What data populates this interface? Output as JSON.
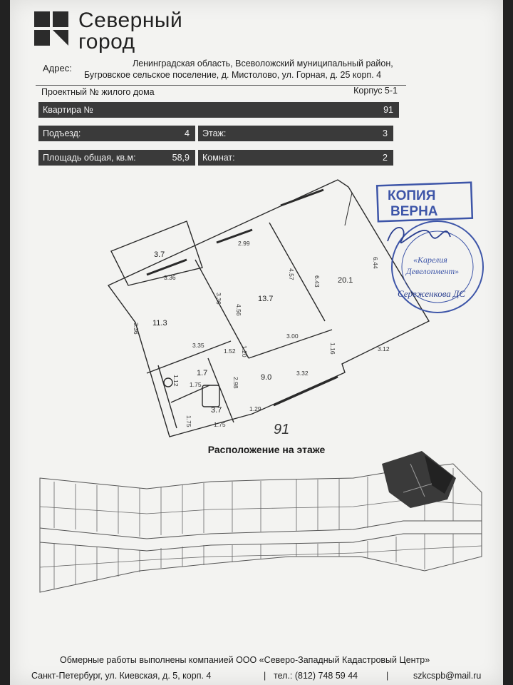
{
  "company": {
    "line1": "Северный",
    "line2": "город"
  },
  "address": {
    "label": "Адрес:",
    "line1": "Ленинградская область, Всеволожский муниципальный район,",
    "line2": "Бугровское сельское поселение, д. Мистолово, ул. Горная, д. 25 корп. 4"
  },
  "project": {
    "label": "Проектный № жилого дома",
    "building": "Корпус  5-1"
  },
  "apartment": {
    "number_label": "Квартира №",
    "number": "91",
    "entrance_label": "Подъезд:",
    "entrance": "4",
    "floor_label": "Этаж:",
    "floor": "3",
    "area_label": "Площадь общая, кв.м:",
    "area": "58,9",
    "rooms_label": "Комнат:",
    "rooms": "2"
  },
  "plan": {
    "apartment_label": "91",
    "rooms": {
      "balcony": "3.7",
      "kitchen": "11.3",
      "room1": "13.7",
      "room2": "20.1",
      "hall": "9.0",
      "wc": "1.7",
      "bath": "3.7"
    },
    "dims": {
      "d_299": "2.99",
      "d_336a": "3.36",
      "d_336b": "3.36",
      "d_336c": "3.36",
      "d_456": "4.56",
      "d_457": "4.57",
      "d_643": "6.43",
      "d_644": "6.44",
      "d_335": "3.35",
      "d_300": "3.00",
      "d_312": "3.12",
      "d_152": "1.52",
      "d_120": "1.20",
      "d_116": "1.16",
      "d_298": "2.98",
      "d_332": "3.32",
      "d_175a": "1.75",
      "d_175b": "1.75",
      "d_175c": "1.75",
      "d_112": "1.12",
      "d_129": "1.29"
    }
  },
  "stamp": {
    "top": "КОПИЯ",
    "bottom": "ВЕРНА",
    "seal_name1": "«Карелия",
    "seal_name2": "Девелопмент»",
    "signature": "Сереженкова ДС"
  },
  "section_title": "Расположение на этаже",
  "footer": {
    "line1": "Обмерные работы выполнены компанией ООО «Северо-Западный Кадастровый Центр»",
    "address": "Санкт-Петербург, ул. Киевская, д. 5, корп. 4",
    "phone": "тел.: (812) 748 59 44",
    "email": "szkcspb@mail.ru"
  },
  "colors": {
    "bar": "#3a3a3a",
    "paper": "#f3f3f1",
    "stamp": "#3d55a8"
  }
}
